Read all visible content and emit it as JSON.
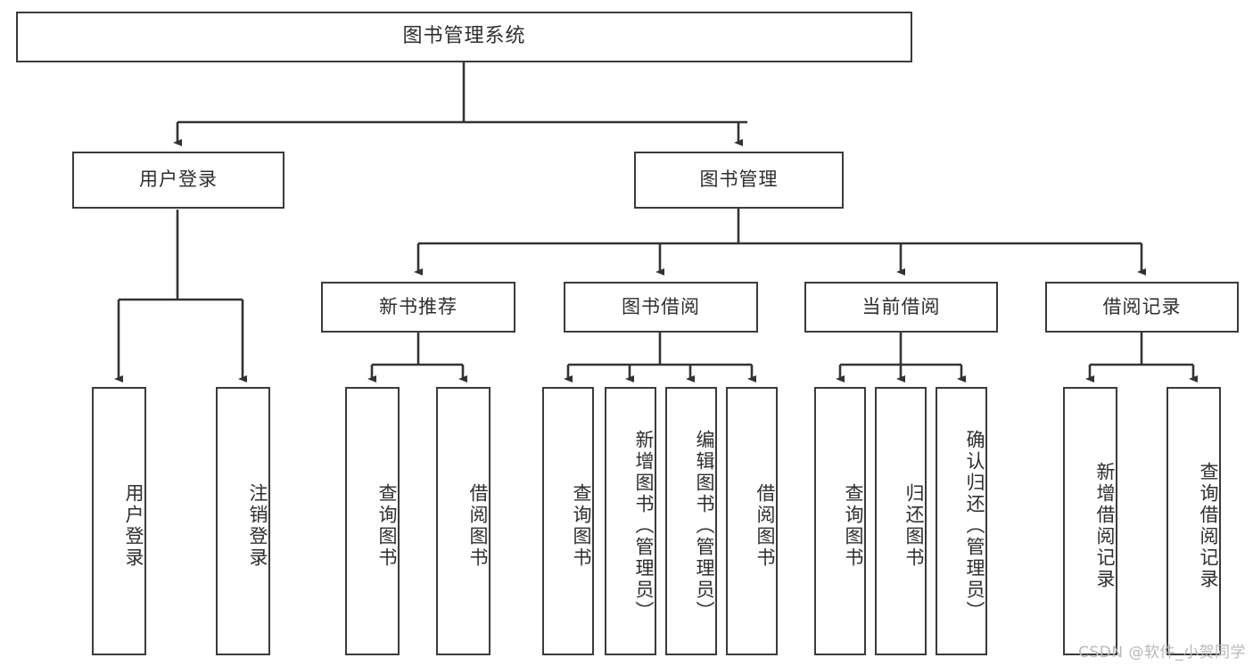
{
  "diagram": {
    "type": "tree",
    "title": "图书管理系统",
    "watermark": "CSDN @软件_小贺同学",
    "colors": {
      "box_border": "#3a3a3a",
      "box_fill": "#ffffff",
      "edge": "#333333",
      "text": "#2e2e2e",
      "watermark": "#b8b8b8",
      "background": "#ffffff"
    },
    "root": {
      "label": "图书管理系统"
    },
    "level1": [
      {
        "label": "用户登录"
      },
      {
        "label": "图书管理"
      }
    ],
    "level2": [
      {
        "label": "新书推荐"
      },
      {
        "label": "图书借阅"
      },
      {
        "label": "当前借阅"
      },
      {
        "label": "借阅记录"
      }
    ],
    "leaves": {
      "user_login": [
        {
          "label": "用户登录"
        },
        {
          "label": "注销登录"
        }
      ],
      "new_book": [
        {
          "label": "查询图书"
        },
        {
          "label": "借阅图书"
        }
      ],
      "book_borrow": [
        {
          "label": "查询图书"
        },
        {
          "label": "新增图书（管理员）"
        },
        {
          "label": "编辑图书（管理员）"
        },
        {
          "label": "借阅图书"
        }
      ],
      "current_borrow": [
        {
          "label": "查询图书"
        },
        {
          "label": "归还图书"
        },
        {
          "label": "确认归还（管理员）"
        }
      ],
      "borrow_record": [
        {
          "label": "新增借阅记录"
        },
        {
          "label": "查询借阅记录"
        }
      ]
    }
  }
}
